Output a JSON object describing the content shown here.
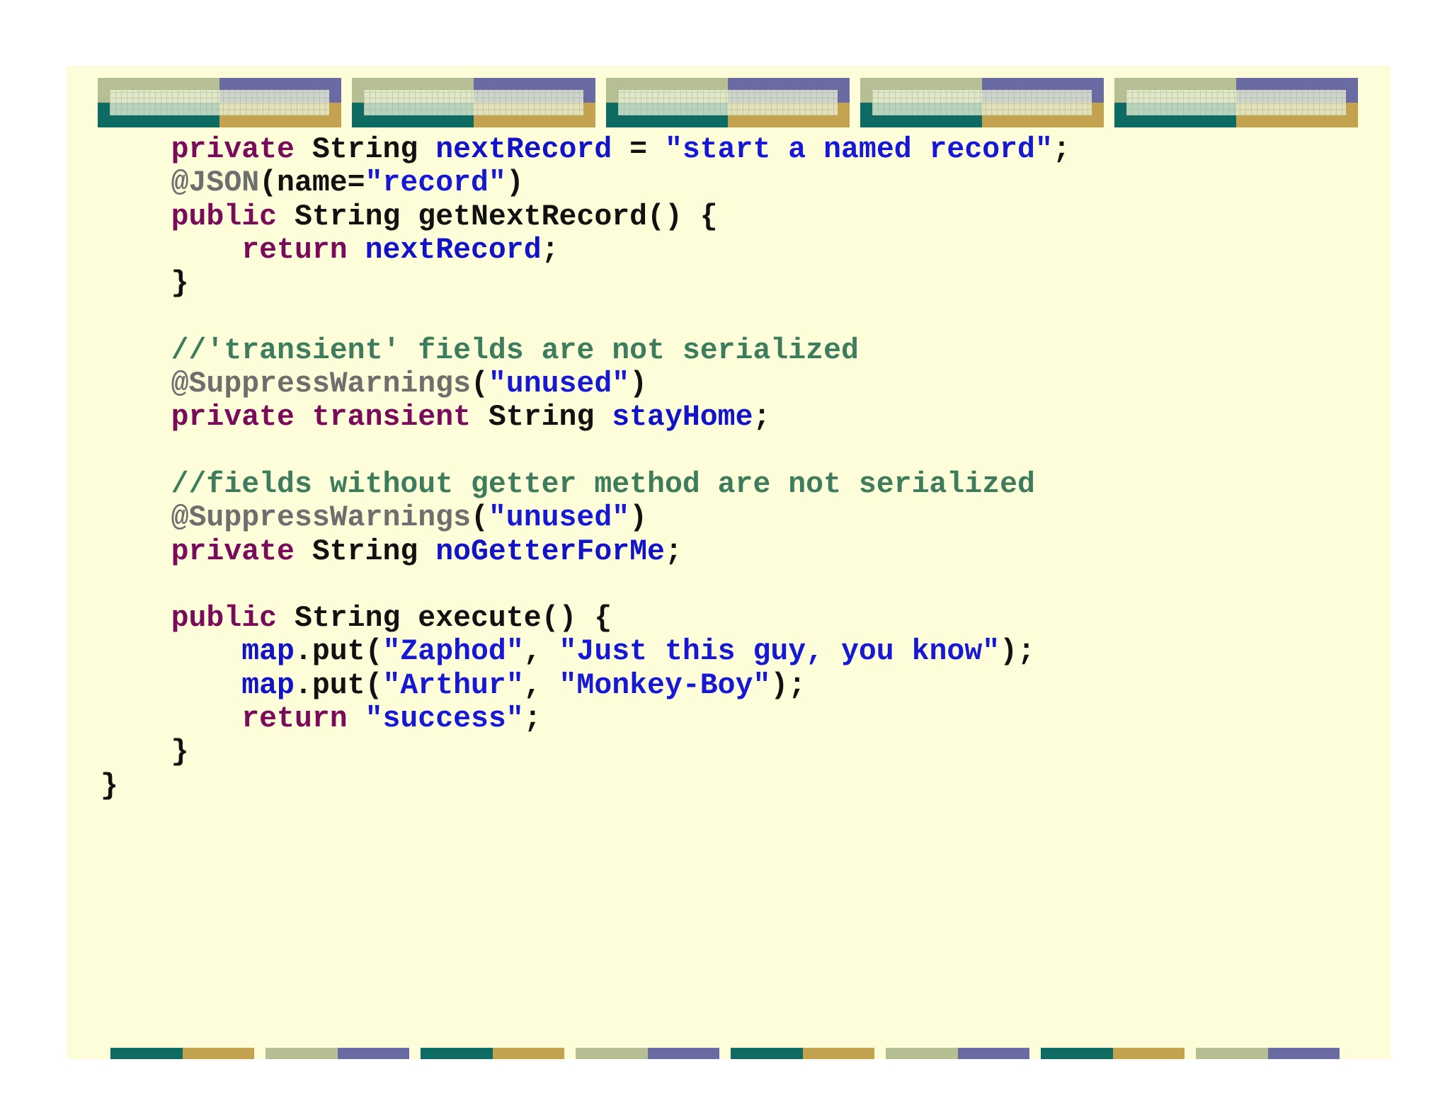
{
  "colors": {
    "slide_background": "#fdfdd9",
    "keyword": "#7a0a5a",
    "identifier": "#1212c8",
    "string": "#1717d6",
    "annotation": "#6e6e6e",
    "comment": "#3d7d5d",
    "text": "#111111",
    "banner_teal": "#0d6b63",
    "banner_gold": "#c3a34f",
    "banner_sage": "#b6bf94",
    "banner_purple": "#6b6ba3"
  },
  "code": {
    "lines": [
      [
        {
          "t": "    ",
          "c": "pl"
        },
        {
          "t": "private",
          "c": "kw"
        },
        {
          "t": " String ",
          "c": "pl"
        },
        {
          "t": "nextRecord",
          "c": "id"
        },
        {
          "t": " = ",
          "c": "pl"
        },
        {
          "t": "\"start a named record\"",
          "c": "str"
        },
        {
          "t": ";",
          "c": "pl"
        }
      ],
      [
        {
          "t": "    ",
          "c": "pl"
        },
        {
          "t": "@JSON",
          "c": "ann"
        },
        {
          "t": "(name=",
          "c": "pl"
        },
        {
          "t": "\"record\"",
          "c": "str"
        },
        {
          "t": ")",
          "c": "pl"
        }
      ],
      [
        {
          "t": "    ",
          "c": "pl"
        },
        {
          "t": "public",
          "c": "kw"
        },
        {
          "t": " String getNextRecord() {",
          "c": "pl"
        }
      ],
      [
        {
          "t": "        ",
          "c": "pl"
        },
        {
          "t": "return",
          "c": "kw"
        },
        {
          "t": " ",
          "c": "pl"
        },
        {
          "t": "nextRecord",
          "c": "id"
        },
        {
          "t": ";",
          "c": "pl"
        }
      ],
      [
        {
          "t": "    }",
          "c": "pl"
        }
      ],
      [],
      [
        {
          "t": "    ",
          "c": "pl"
        },
        {
          "t": "//'transient' fields are not serialized",
          "c": "cmt"
        }
      ],
      [
        {
          "t": "    ",
          "c": "pl"
        },
        {
          "t": "@SuppressWarnings",
          "c": "ann"
        },
        {
          "t": "(",
          "c": "pl"
        },
        {
          "t": "\"unused\"",
          "c": "str"
        },
        {
          "t": ")",
          "c": "pl"
        }
      ],
      [
        {
          "t": "    ",
          "c": "pl"
        },
        {
          "t": "private",
          "c": "kw"
        },
        {
          "t": " ",
          "c": "pl"
        },
        {
          "t": "transient",
          "c": "kw"
        },
        {
          "t": " String ",
          "c": "pl"
        },
        {
          "t": "stayHome",
          "c": "id"
        },
        {
          "t": ";",
          "c": "pl"
        }
      ],
      [],
      [
        {
          "t": "    ",
          "c": "pl"
        },
        {
          "t": "//fields without getter method are not serialized",
          "c": "cmt"
        }
      ],
      [
        {
          "t": "    ",
          "c": "pl"
        },
        {
          "t": "@SuppressWarnings",
          "c": "ann"
        },
        {
          "t": "(",
          "c": "pl"
        },
        {
          "t": "\"unused\"",
          "c": "str"
        },
        {
          "t": ")",
          "c": "pl"
        }
      ],
      [
        {
          "t": "    ",
          "c": "pl"
        },
        {
          "t": "private",
          "c": "kw"
        },
        {
          "t": " String ",
          "c": "pl"
        },
        {
          "t": "noGetterForMe",
          "c": "id"
        },
        {
          "t": ";",
          "c": "pl"
        }
      ],
      [],
      [
        {
          "t": "    ",
          "c": "pl"
        },
        {
          "t": "public",
          "c": "kw"
        },
        {
          "t": " String execute() {",
          "c": "pl"
        }
      ],
      [
        {
          "t": "        ",
          "c": "pl"
        },
        {
          "t": "map",
          "c": "id"
        },
        {
          "t": ".put(",
          "c": "pl"
        },
        {
          "t": "\"Zaphod\"",
          "c": "str"
        },
        {
          "t": ", ",
          "c": "pl"
        },
        {
          "t": "\"Just this guy, you know\"",
          "c": "str"
        },
        {
          "t": ");",
          "c": "pl"
        }
      ],
      [
        {
          "t": "        ",
          "c": "pl"
        },
        {
          "t": "map",
          "c": "id"
        },
        {
          "t": ".put(",
          "c": "pl"
        },
        {
          "t": "\"Arthur\"",
          "c": "str"
        },
        {
          "t": ", ",
          "c": "pl"
        },
        {
          "t": "\"Monkey-Boy\"",
          "c": "str"
        },
        {
          "t": ");",
          "c": "pl"
        }
      ],
      [
        {
          "t": "        ",
          "c": "pl"
        },
        {
          "t": "return",
          "c": "kw"
        },
        {
          "t": " ",
          "c": "pl"
        },
        {
          "t": "\"success\"",
          "c": "str"
        },
        {
          "t": ";",
          "c": "pl"
        }
      ],
      [
        {
          "t": "    }",
          "c": "pl"
        }
      ],
      [
        {
          "t": "}",
          "c": "pl"
        }
      ]
    ]
  }
}
